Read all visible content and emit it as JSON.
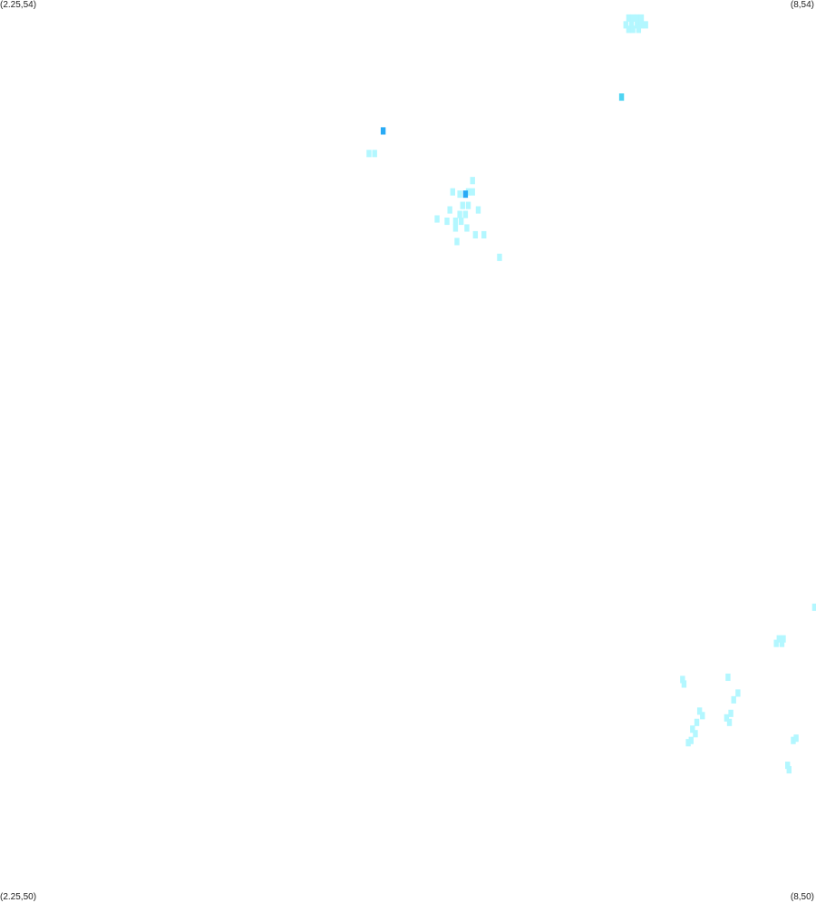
{
  "corners": {
    "top_left": "(2.25,54)",
    "top_right": "(8,54)",
    "bottom_left": "(2.25,50)",
    "bottom_right": "(8,50)"
  },
  "extent": {
    "lon_min": 2.25,
    "lon_max": 8,
    "lat_min": 50,
    "lat_max": 54
  },
  "colors": {
    "background": "#ffffff",
    "light": "#b3f7ff",
    "medium": "#4fd4f2",
    "dark": "#29aaf5"
  },
  "cell": {
    "dlon": 0.0345,
    "dlat": 0.0325
  },
  "cells": [
    [
      6.68,
      53.92,
      "light"
    ],
    [
      6.71,
      53.92,
      "light"
    ],
    [
      6.74,
      53.92,
      "light"
    ],
    [
      6.77,
      53.92,
      "light"
    ],
    [
      6.66,
      53.89,
      "light"
    ],
    [
      6.7,
      53.89,
      "light"
    ],
    [
      6.74,
      53.89,
      "light"
    ],
    [
      6.77,
      53.89,
      "light"
    ],
    [
      6.8,
      53.89,
      "light"
    ],
    [
      6.68,
      53.87,
      "light"
    ],
    [
      6.71,
      53.87,
      "light"
    ],
    [
      6.75,
      53.87,
      "light"
    ],
    [
      6.63,
      53.57,
      "medium"
    ],
    [
      4.95,
      53.42,
      "dark"
    ],
    [
      4.85,
      53.32,
      "light"
    ],
    [
      4.89,
      53.32,
      "light"
    ],
    [
      5.58,
      53.2,
      "light"
    ],
    [
      5.44,
      53.15,
      "light"
    ],
    [
      5.55,
      53.15,
      "light"
    ],
    [
      5.58,
      53.15,
      "light"
    ],
    [
      5.49,
      53.14,
      "light"
    ],
    [
      5.53,
      53.14,
      "dark"
    ],
    [
      5.51,
      53.09,
      "light"
    ],
    [
      5.55,
      53.09,
      "light"
    ],
    [
      5.42,
      53.07,
      "light"
    ],
    [
      5.62,
      53.07,
      "light"
    ],
    [
      5.49,
      53.05,
      "light"
    ],
    [
      5.53,
      53.05,
      "light"
    ],
    [
      5.33,
      53.03,
      "light"
    ],
    [
      5.4,
      53.02,
      "light"
    ],
    [
      5.46,
      53.02,
      "light"
    ],
    [
      5.5,
      53.02,
      "light"
    ],
    [
      5.46,
      52.99,
      "light"
    ],
    [
      5.54,
      52.99,
      "light"
    ],
    [
      5.6,
      52.96,
      "light"
    ],
    [
      5.66,
      52.96,
      "light"
    ],
    [
      5.47,
      52.93,
      "light"
    ],
    [
      5.77,
      52.86,
      "light"
    ],
    [
      7.99,
      51.31,
      "light"
    ],
    [
      7.74,
      51.17,
      "light"
    ],
    [
      7.77,
      51.17,
      "light"
    ],
    [
      7.72,
      51.15,
      "light"
    ],
    [
      7.76,
      51.15,
      "light"
    ],
    [
      7.07,
      50.97,
      "light"
    ],
    [
      7.06,
      50.99,
      "light"
    ],
    [
      7.38,
      51.0,
      "light"
    ],
    [
      7.42,
      50.9,
      "light"
    ],
    [
      7.45,
      50.93,
      "light"
    ],
    [
      7.37,
      50.82,
      "light"
    ],
    [
      7.4,
      50.84,
      "light"
    ],
    [
      7.39,
      50.8,
      "light"
    ],
    [
      7.16,
      50.8,
      "light"
    ],
    [
      7.2,
      50.83,
      "light"
    ],
    [
      7.18,
      50.85,
      "light"
    ],
    [
      7.13,
      50.77,
      "light"
    ],
    [
      7.15,
      50.75,
      "light"
    ],
    [
      7.12,
      50.72,
      "light"
    ],
    [
      7.1,
      50.71,
      "light"
    ],
    [
      7.84,
      50.72,
      "light"
    ],
    [
      7.86,
      50.73,
      "light"
    ],
    [
      7.8,
      50.61,
      "light"
    ],
    [
      7.81,
      50.59,
      "light"
    ]
  ]
}
